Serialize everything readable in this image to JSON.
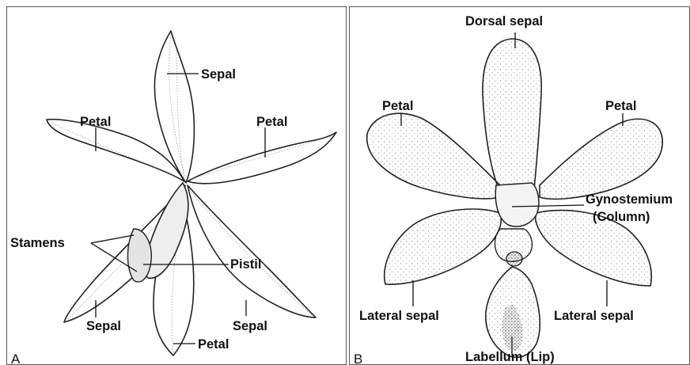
{
  "panel_a": {
    "letter": "A",
    "labels": {
      "sepal_top": "Sepal",
      "petal_left": "Petal",
      "petal_right": "Petal",
      "stamens": "Stamens",
      "pistil": "Pistil",
      "sepal_bottom_left": "Sepal",
      "sepal_bottom_right": "Sepal",
      "petal_bottom": "Petal"
    }
  },
  "panel_b": {
    "letter": "B",
    "labels": {
      "dorsal_sepal": "Dorsal sepal",
      "petal_left": "Petal",
      "petal_right": "Petal",
      "gynostemium": "Gynostemium",
      "column": "(Column)",
      "lateral_sepal_left": "Lateral sepal",
      "lateral_sepal_right": "Lateral sepal",
      "labellum": "Labellum (Lip)"
    }
  }
}
